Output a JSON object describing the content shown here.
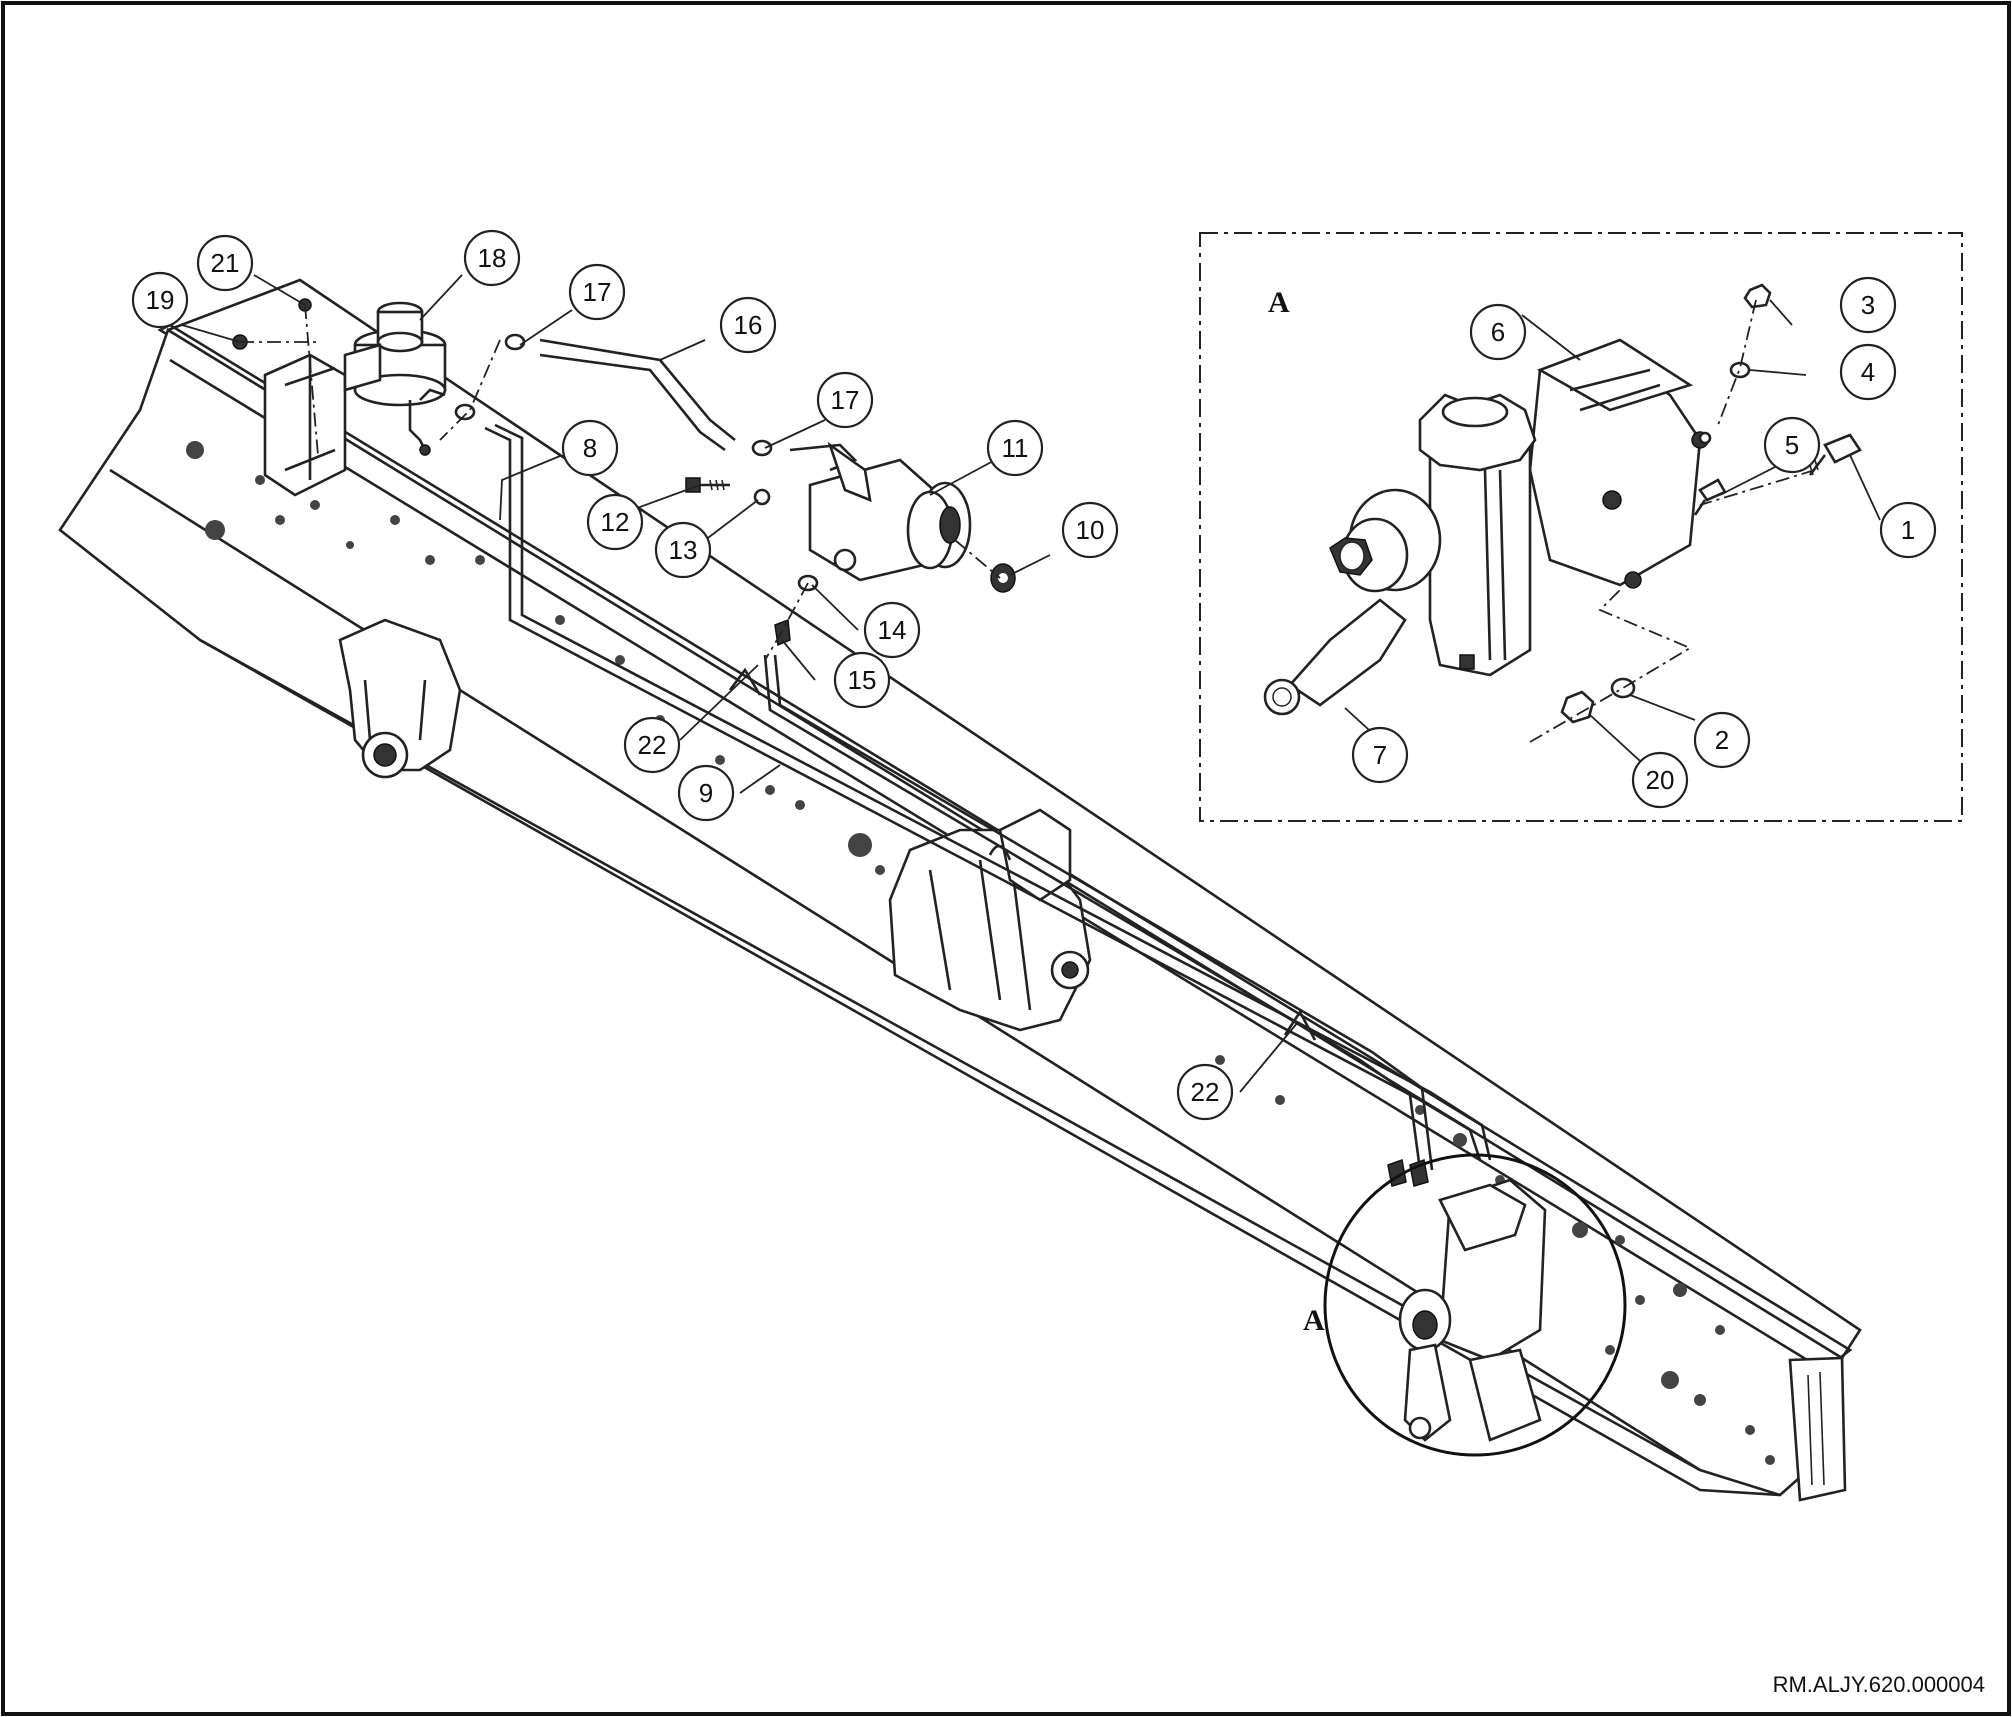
{
  "drawing": {
    "reference_code": "RM.ALJY.620.000004",
    "detail_view_label": "A",
    "detail_marker_label": "A"
  },
  "callouts": {
    "c1": "1",
    "c2": "2",
    "c3": "3",
    "c4": "4",
    "c5": "5",
    "c6": "6",
    "c7": "7",
    "c8": "8",
    "c9": "9",
    "c10": "10",
    "c11": "11",
    "c12": "12",
    "c13": "13",
    "c14": "14",
    "c15": "15",
    "c16": "16",
    "c17a": "17",
    "c17b": "17",
    "c18": "18",
    "c19": "19",
    "c20": "20",
    "c21": "21",
    "c22a": "22",
    "c22b": "22"
  }
}
